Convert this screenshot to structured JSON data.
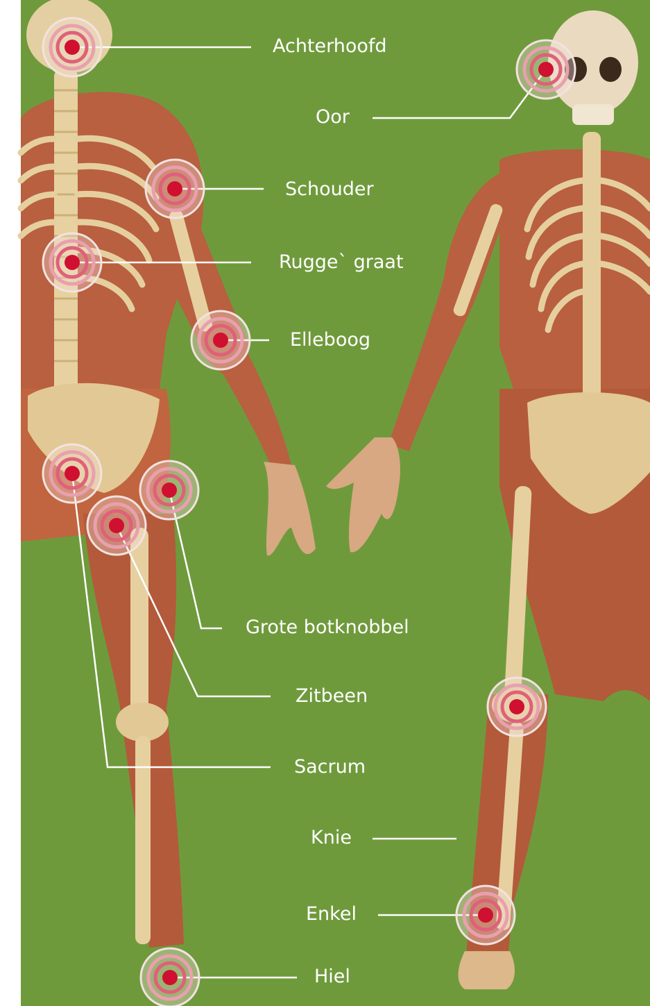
{
  "colors": {
    "background": "#6f9a3c",
    "dot": "#d01030",
    "ring_inner": "#e0607a",
    "ring_mid": "#e9a0ae",
    "ring_outer": "#f3e2e0",
    "line": "#ffffff",
    "muscle": "#b8603f",
    "bone": "#e9d4a8"
  },
  "labels": {
    "achterhoofd": "Achterhoofd",
    "oor": "Oor",
    "schouder": "Schouder",
    "ruggegraat": "Rugge` graat",
    "elleboog": "Elleboog",
    "grote_botknobbel": "Grote botknobbel",
    "zitbeen": "Zitbeen",
    "sacrum": "Sacrum",
    "knie": "Knie",
    "enkel": "Enkel",
    "hiel": "Hiel"
  },
  "figures": {
    "left": "back-view-anatomy",
    "right": "front-view-anatomy"
  }
}
